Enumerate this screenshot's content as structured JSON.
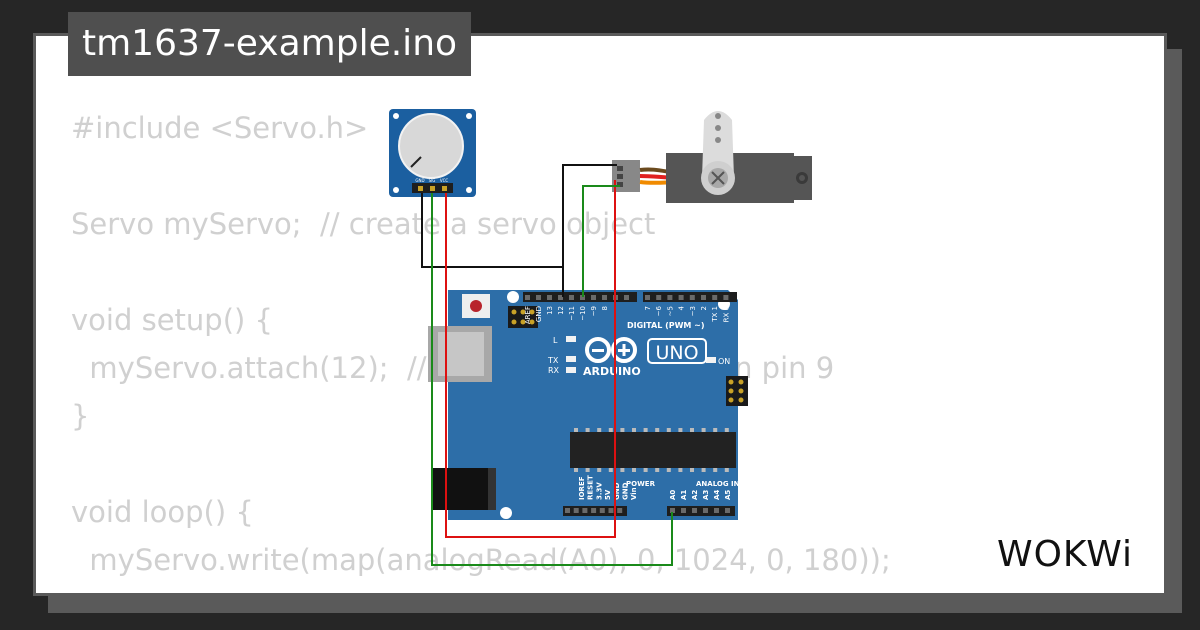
{
  "file": {
    "title": "tm1637-example.ino"
  },
  "code": {
    "lines": [
      "#include <Servo.h>",
      "",
      "Servo myServo;  // create a servo object",
      "",
      "void setup() {",
      "  myServo.attach(12);  // attaches the servo on pin 9",
      "}",
      "",
      "void loop() {",
      "  myServo.write(map(analogRead(A0), 0, 1024, 0, 180));",
      "}"
    ]
  },
  "board": {
    "logo": "UNO",
    "brand": "ARDUINO",
    "digital_header": "DIGITAL (PWM ~)",
    "power_header": "POWER",
    "analog_header": "ANALOG IN",
    "on_label": "ON",
    "led_l": "L",
    "led_tx": "TX",
    "led_rx": "RX",
    "digital_pins": [
      "AREF",
      "GND",
      "13",
      "12",
      "~11",
      "~10",
      "~9",
      "8",
      "7",
      "~6",
      "~5",
      "4",
      "~3",
      "2",
      "TX 1",
      "RX 0"
    ],
    "power_pins": [
      "IOREF",
      "RESET",
      "3.3V",
      "5V",
      "GND",
      "GND",
      "Vin"
    ],
    "analog_pins": [
      "A0",
      "A1",
      "A2",
      "A3",
      "A4",
      "A5"
    ]
  },
  "pot": {
    "pins": [
      "GND",
      "SIG",
      "VCC"
    ]
  },
  "brand": {
    "logo": "WOKWi"
  },
  "colors": {
    "board": "#2d6ea8",
    "wire_black": "#111111",
    "wire_red": "#dd1111",
    "wire_green": "#1a8a1a",
    "servo_body": "#555555"
  }
}
